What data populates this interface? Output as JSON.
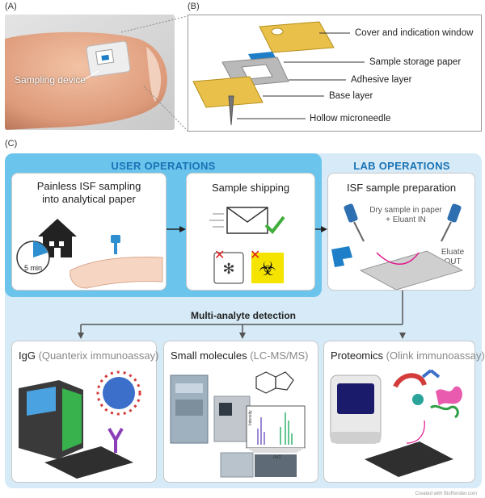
{
  "panels": {
    "a_label": "(A)",
    "b_label": "(B)",
    "c_label": "(C)"
  },
  "photo": {
    "device_label": "Sampling device"
  },
  "layers": {
    "cover": "Cover and indication window",
    "sample_paper": "Sample storage paper",
    "adhesive": "Adhesive layer",
    "base": "Base layer",
    "needle": "Hollow microneedle"
  },
  "sections": {
    "user": "USER OPERATIONS",
    "lab": "LAB OPERATIONS"
  },
  "cards": {
    "sampling": {
      "title_line1": "Painless ISF sampling",
      "title_line2": "into analytical paper",
      "timer": "5 min"
    },
    "shipping": {
      "title": "Sample shipping"
    },
    "prep": {
      "title": "ISF sample preparation",
      "dry_line1": "Dry sample in paper",
      "dry_line2": "+ Eluant IN",
      "eluate_line1": "Eluate",
      "eluate_line2": "OUT"
    }
  },
  "detection": {
    "label": "Multi-analyte detection"
  },
  "analytes": {
    "igg": {
      "name": "IgG",
      "method": "(Quanterix immunoassay)"
    },
    "small": {
      "name": "Small molecules",
      "method": "(LC-MS/MS)",
      "y_axis": "Intensity",
      "x_axis": "m/z"
    },
    "prot": {
      "name": "Proteomics",
      "method": "(Olink immunoassay)"
    }
  },
  "credit": "Created with BioRender.com",
  "colors": {
    "accent_blue": "#1a73b5",
    "user_panel": "#6bc4ec",
    "outer_panel": "#d6ebf7",
    "paper_blue": "#1e7fc8",
    "layer_gold": "#e8c04a",
    "layer_grey": "#b9b9b9"
  },
  "icons": [
    "house-icon",
    "timer-icon",
    "arm-icon",
    "envelope-icon",
    "checkmark-icon",
    "freezer-icon",
    "biohazard-icon",
    "pipette-icon",
    "well-plate-icon",
    "simoa-instrument-icon",
    "virus-icon",
    "antibody-icon",
    "lcms-instrument-icon",
    "molecule-icon",
    "spectrum-icon",
    "olink-instrument-icon",
    "protein-icon"
  ]
}
